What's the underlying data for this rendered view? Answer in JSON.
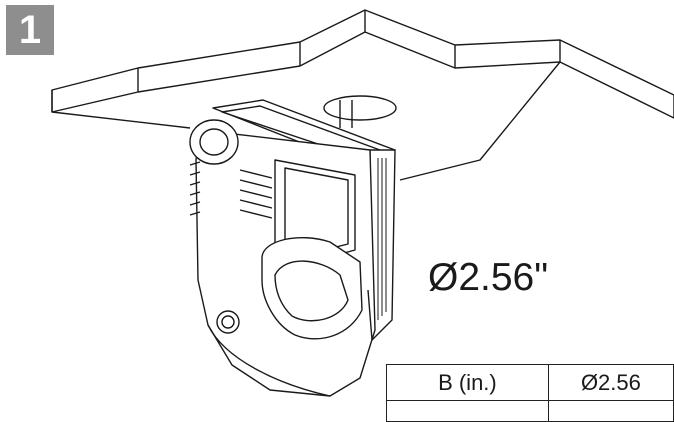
{
  "step": {
    "number": "1"
  },
  "dimension": {
    "label": "Ø2.56\""
  },
  "spec_table": {
    "header_label": "B (in.)",
    "header_value": "Ø2.56"
  },
  "colors": {
    "badge": "#8e8e8e",
    "line": "#1a1a1a",
    "fill": "#ffffff"
  },
  "icons": [
    "ceiling-panel-icon",
    "camera-bracket-icon",
    "cable-hole-icon"
  ]
}
